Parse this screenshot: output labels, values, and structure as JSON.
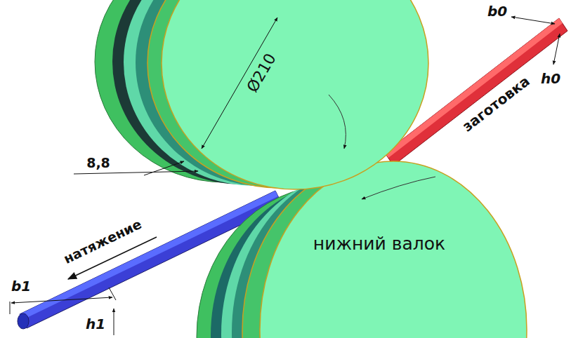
{
  "diagram": {
    "labels": [
      "Ø210",
      "b0",
      "8,8",
      "h0",
      "заготовка",
      "натяжение",
      "нижний валок",
      "b1",
      "h1"
    ]
  }
}
